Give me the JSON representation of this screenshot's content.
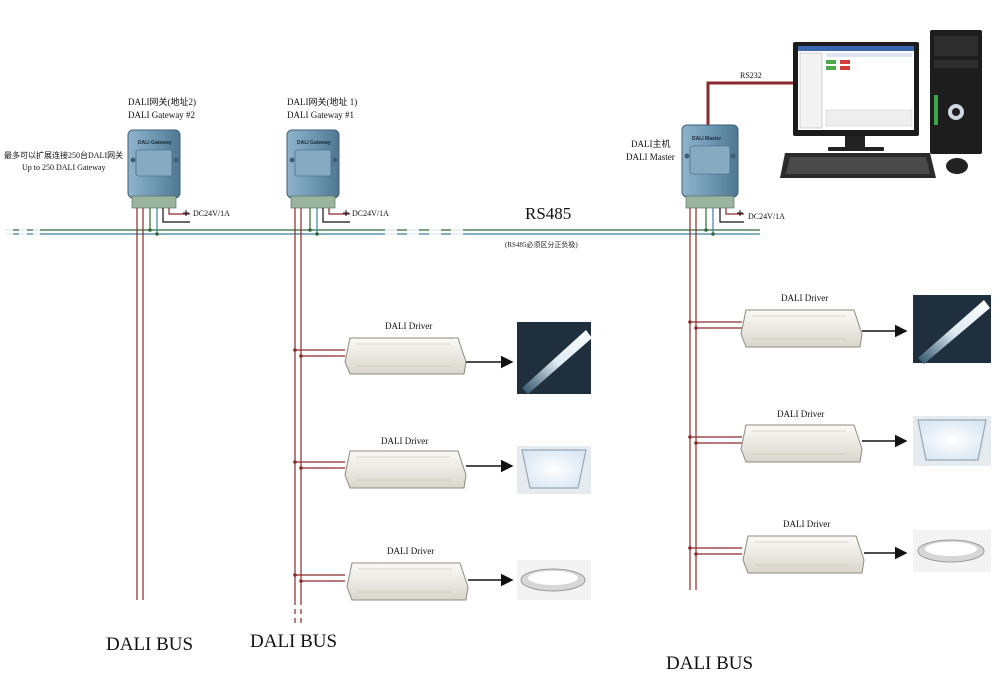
{
  "gateway2": {
    "label_cn": "DALI网关(地址2)",
    "label_en": "DALI  Gateway #2",
    "device_text": "DALI Gateway"
  },
  "gateway1": {
    "label_cn": "DALI网关(地址 1)",
    "label_en": "DALI  Gateway #1",
    "device_text": "DALI Gateway"
  },
  "master": {
    "label_cn": "DALI主机",
    "label_en": "DALI  Master",
    "device_text": "DALI Master"
  },
  "expand_note": {
    "line1": "最多可以扩展连接250台DALI网关",
    "line2": "Up to 250  DALI Gateway"
  },
  "power": {
    "gw2": "DC24V/1A",
    "gw1": "DC24V/1A",
    "master": "DC24V/1A",
    "plus": "+",
    "minus": "—"
  },
  "rs485": {
    "label": "RS485",
    "note": "(RS485必须区分正负极)"
  },
  "rs232": {
    "label": "RS232"
  },
  "drivers": {
    "left": [
      "DALI Driver",
      "DALI Driver",
      "DALI Driver"
    ],
    "right": [
      "DALI Driver",
      "DALI Driver",
      "DALI Driver"
    ]
  },
  "bus_labels": [
    "DALI BUS",
    "DALI BUS",
    "DALI BUS"
  ],
  "lamps": [
    "led-tube",
    "panel-light",
    "downlight"
  ],
  "colors": {
    "bus_red": "#8b2a2a",
    "bus_green": "#2f6b3a",
    "device_blue": "#6f98b4",
    "driver_fill": "#f1efe9"
  }
}
